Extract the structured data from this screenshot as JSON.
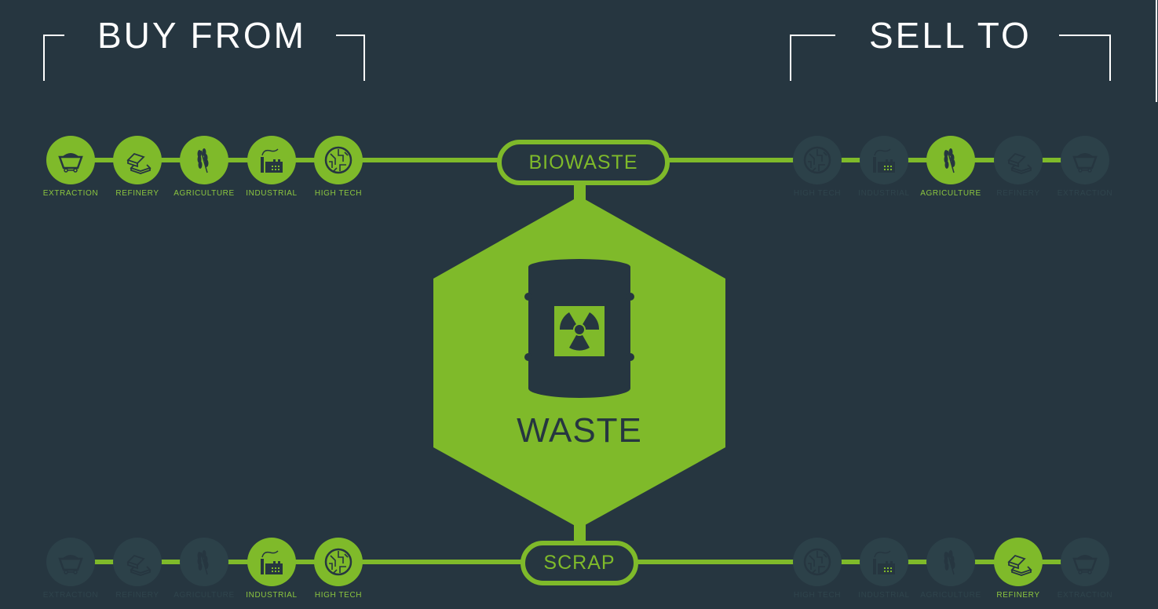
{
  "headers": {
    "buy": "BUY FROM",
    "sell": "SELL TO"
  },
  "center": {
    "label": "WASTE",
    "icon": "radioactive-barrel-icon"
  },
  "colors": {
    "accent": "#7fba2a",
    "background": "#263640",
    "inactive": "#2c4149"
  },
  "rows": [
    {
      "product": "BIOWASTE",
      "buy": [
        {
          "label": "EXTRACTION",
          "icon": "mine-cart-icon",
          "active": true
        },
        {
          "label": "REFINERY",
          "icon": "gold-bars-icon",
          "active": true
        },
        {
          "label": "AGRICULTURE",
          "icon": "wheat-icon",
          "active": true
        },
        {
          "label": "INDUSTRIAL",
          "icon": "factory-icon",
          "active": true
        },
        {
          "label": "HIGH TECH",
          "icon": "circuit-icon",
          "active": true
        }
      ],
      "sell": [
        {
          "label": "HIGH TECH",
          "icon": "circuit-icon",
          "active": false
        },
        {
          "label": "INDUSTRIAL",
          "icon": "factory-icon",
          "active": false
        },
        {
          "label": "AGRICULTURE",
          "icon": "wheat-icon",
          "active": true
        },
        {
          "label": "REFINERY",
          "icon": "gold-bars-icon",
          "active": false
        },
        {
          "label": "EXTRACTION",
          "icon": "mine-cart-icon",
          "active": false
        }
      ]
    },
    {
      "product": "SCRAP",
      "buy": [
        {
          "label": "EXTRACTION",
          "icon": "mine-cart-icon",
          "active": false
        },
        {
          "label": "REFINERY",
          "icon": "gold-bars-icon",
          "active": false
        },
        {
          "label": "AGRICULTURE",
          "icon": "wheat-icon",
          "active": false
        },
        {
          "label": "INDUSTRIAL",
          "icon": "factory-icon",
          "active": true
        },
        {
          "label": "HIGH TECH",
          "icon": "circuit-icon",
          "active": true
        }
      ],
      "sell": [
        {
          "label": "HIGH TECH",
          "icon": "circuit-icon",
          "active": false
        },
        {
          "label": "INDUSTRIAL",
          "icon": "factory-icon",
          "active": false
        },
        {
          "label": "AGRICULTURE",
          "icon": "wheat-icon",
          "active": false
        },
        {
          "label": "REFINERY",
          "icon": "gold-bars-icon",
          "active": true
        },
        {
          "label": "EXTRACTION",
          "icon": "mine-cart-icon",
          "active": false
        }
      ]
    }
  ]
}
